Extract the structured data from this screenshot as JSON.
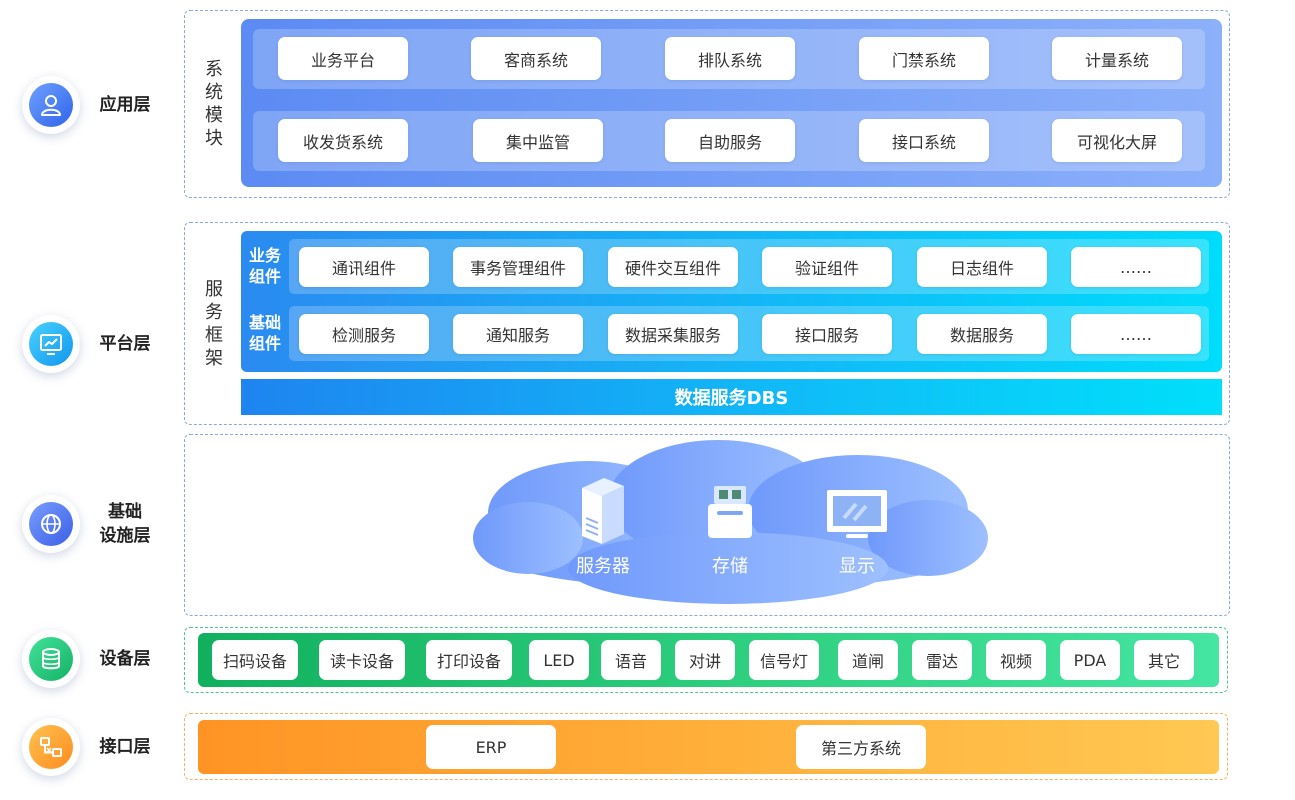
{
  "layers": {
    "application": {
      "label": "应用层",
      "icon": "user-icon"
    },
    "platform": {
      "label": "平台层",
      "icon": "chart-monitor-icon"
    },
    "infrastructure": {
      "label_line1": "基础",
      "label_line2": "设施层",
      "icon": "globe-icon"
    },
    "device": {
      "label": "设备层",
      "icon": "database-icon"
    },
    "interface": {
      "label": "接口层",
      "icon": "flowchart-icon"
    }
  },
  "application": {
    "title": "系统模块",
    "row1": [
      "业务平台",
      "客商系统",
      "排队系统",
      "门禁系统",
      "计量系统"
    ],
    "row2": [
      "收发货系统",
      "集中监管",
      "自助服务",
      "接口系统",
      "可视化大屏"
    ]
  },
  "platform": {
    "title": "服务框架",
    "business_label": "业务组件",
    "business_items": [
      "通讯组件",
      "事务管理组件",
      "硬件交互组件",
      "验证组件",
      "日志组件",
      "……"
    ],
    "base_label": "基础组件",
    "base_items": [
      "检测服务",
      "通知服务",
      "数据采集服务",
      "接口服务",
      "数据服务",
      "……"
    ],
    "dbs": "数据服务DBS"
  },
  "infrastructure": {
    "items": [
      {
        "label": "服务器",
        "icon": "server-icon"
      },
      {
        "label": "存储",
        "icon": "storage-icon"
      },
      {
        "label": "显示",
        "icon": "display-icon"
      }
    ]
  },
  "devices": [
    "扫码设备",
    "读卡设备",
    "打印设备",
    "LED",
    "语音",
    "对讲",
    "信号灯",
    "道闸",
    "雷达",
    "视频",
    "PDA",
    "其它"
  ],
  "interfaces": [
    "ERP",
    "第三方系统"
  ],
  "colors": {
    "application": "#5b8bf3",
    "platform": "#12b9f7",
    "cloud": "#7aa6fa",
    "device": "#2fd080",
    "interface": "#ffb43f",
    "frame_border": "#88a8d8"
  }
}
